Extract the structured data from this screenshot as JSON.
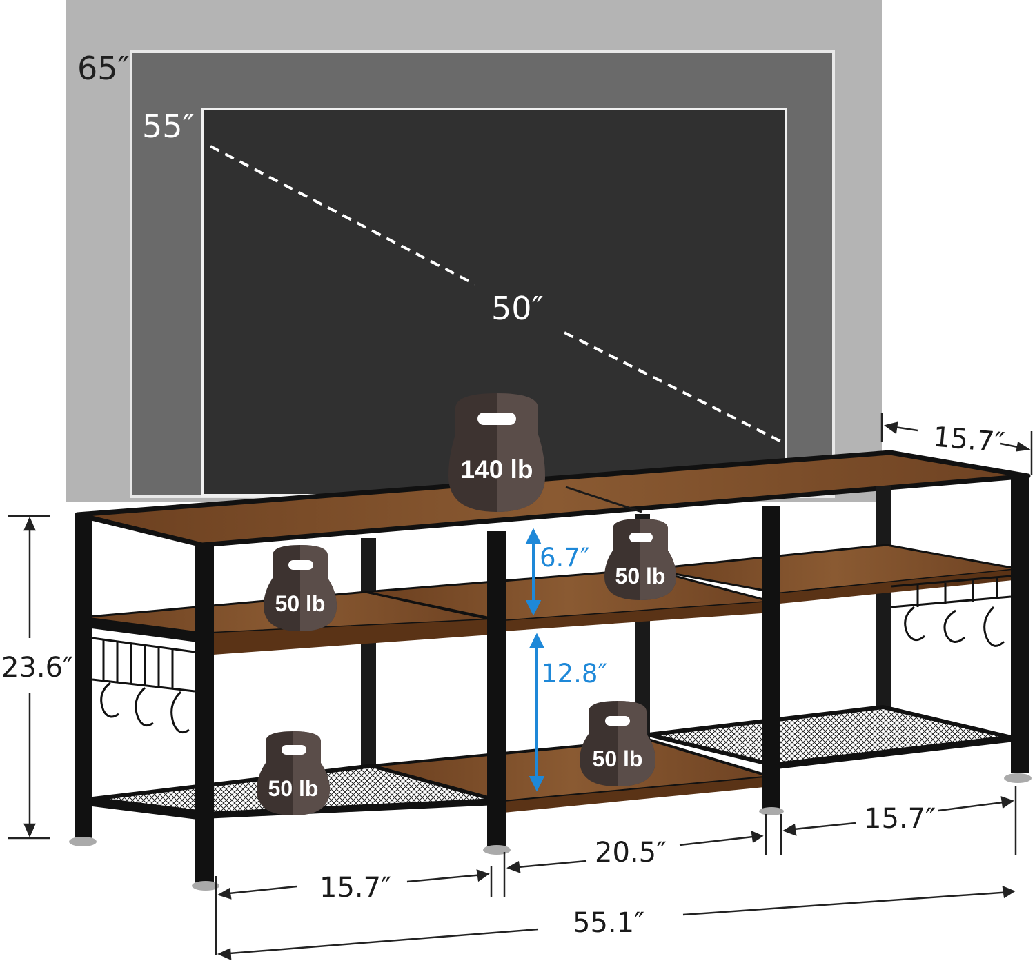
{
  "tv_sizes": {
    "large": "65″",
    "medium": "55″",
    "small": "50″"
  },
  "dimensions": {
    "height": "23.6″",
    "depth": "15.7″",
    "upper_opening": "6.7″",
    "lower_opening": "12.8″",
    "left_width": "15.7″",
    "middle_width": "20.5″",
    "right_width": "15.7″",
    "total_width": "55.1″"
  },
  "capacities": {
    "top": "140 lb",
    "left_shelf": "50 lb",
    "center_shelf": "50 lb",
    "left_bottom": "50 lb",
    "center_bottom": "50 lb"
  },
  "colors": {
    "tv_outer": "#b4b4b4",
    "tv_middle": "#6a6a6a",
    "tv_screen": "#303030",
    "wood": "#7a4a26",
    "frame": "#111111",
    "kettlebell_dark": "#3d3330",
    "kettlebell_light": "#5a4d49",
    "measure_blue": "#1e88d8"
  }
}
